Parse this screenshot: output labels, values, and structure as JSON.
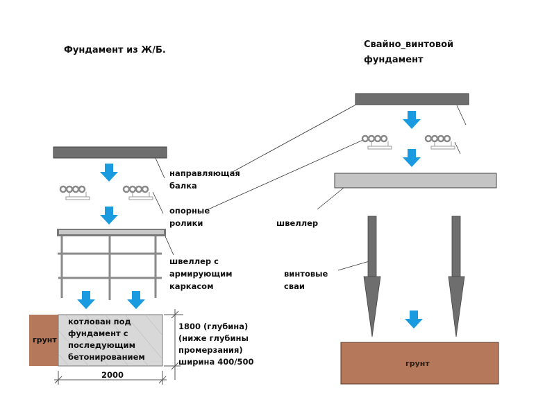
{
  "left": {
    "title": "Фундамент из Ж/Б.",
    "labels": {
      "guide_beam": [
        "направляющая",
        "балка"
      ],
      "support_rollers": [
        "опорные",
        "ролики"
      ],
      "channel_frame": [
        "швеллер с",
        "армирующим",
        "каркасом"
      ],
      "pit": [
        "котлован под",
        "фундамент с",
        "последующим",
        "бетонированием"
      ],
      "soil": "грунт",
      "depth_note": [
        "1800 (глубина)",
        "(ниже глубины",
        "промерзания)",
        "ширина 400/500"
      ],
      "width_dim": "2000"
    }
  },
  "right": {
    "title": [
      "Свайно_винтовой",
      "фундамент"
    ],
    "labels": {
      "channel": "швеллер",
      "screw_piles": [
        "винтовые",
        "сваи"
      ],
      "soil": "грунт"
    }
  },
  "colors": {
    "arrow_blue": "#1a9be0",
    "beam_dark": "#6e6e6e",
    "beam_light": "#c4c4c4",
    "soil": "#b5785a",
    "pit_fill": "#d8d8d8",
    "frame_gray": "#8a8a8a"
  }
}
